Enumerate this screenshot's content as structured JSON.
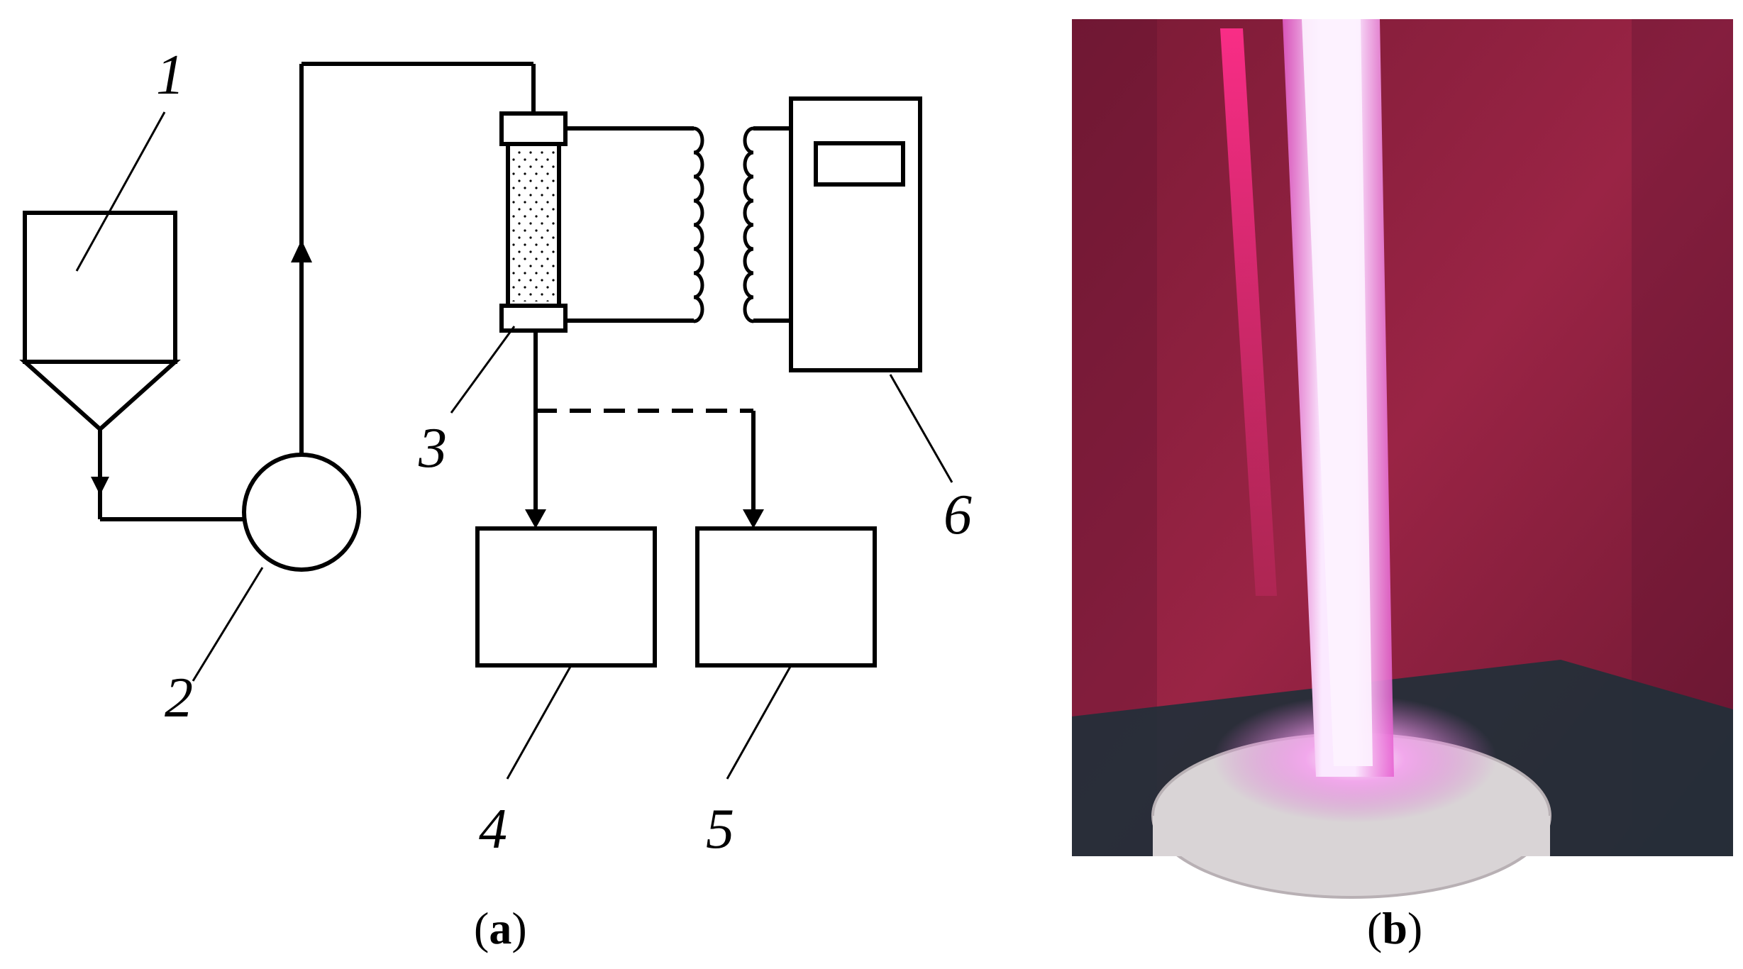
{
  "panel_a": {
    "labels": {
      "l1": "1",
      "l2": "2",
      "l3": "3",
      "l4": "4",
      "l5": "5",
      "l6": "6"
    },
    "caption": {
      "open": "(",
      "letter": "a",
      "close": ")"
    }
  },
  "panel_b": {
    "caption": {
      "open": "(",
      "letter": "b",
      "close": ")"
    },
    "colors": {
      "background": "#8c1f3c",
      "plasma_core": "#fbe9ff",
      "plasma_glow": "#e23cc9",
      "reflection": "#ff2e8a",
      "base": "#d9d4d6"
    }
  }
}
